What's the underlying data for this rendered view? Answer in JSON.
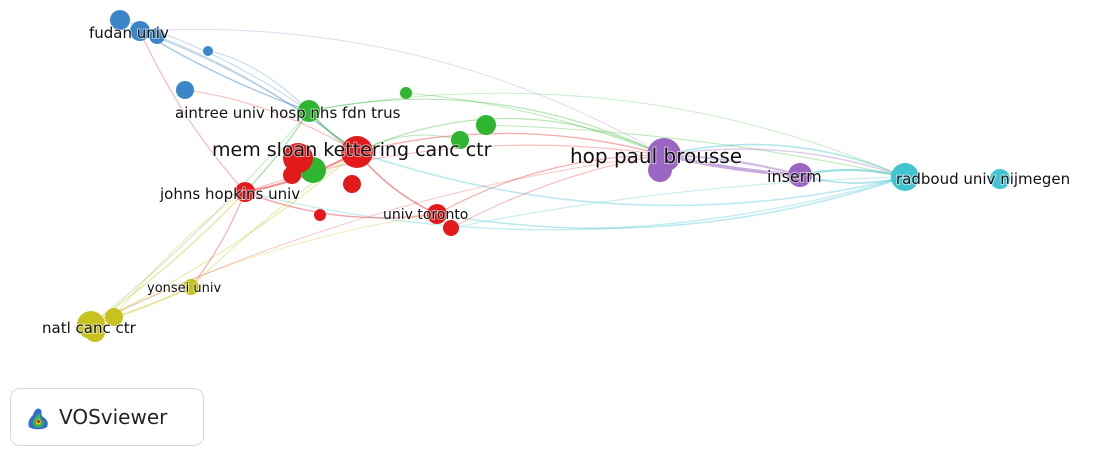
{
  "network": {
    "clusters": [
      {
        "id": "red",
        "color": "#e31a1c"
      },
      {
        "id": "green",
        "color": "#2fb52f"
      },
      {
        "id": "blue",
        "color": "#3a86c8"
      },
      {
        "id": "yellow",
        "color": "#c7c21e"
      },
      {
        "id": "purple",
        "color": "#9a66c2"
      },
      {
        "id": "cyan",
        "color": "#41c4d0"
      }
    ],
    "nodes": [
      {
        "id": "mem-sloan",
        "label": "mem sloan kettering canc ctr",
        "cluster": "red",
        "weight": 3
      },
      {
        "id": "johns-hopkins",
        "label": "johns hopkins univ",
        "cluster": "red",
        "weight": 2
      },
      {
        "id": "univ-toronto",
        "label": "univ toronto",
        "cluster": "red",
        "weight": 2
      },
      {
        "id": "aintree",
        "label": "aintree univ hosp nhs fdn trus",
        "cluster": "green",
        "weight": 2
      },
      {
        "id": "fudan",
        "label": "fudan univ",
        "cluster": "blue",
        "weight": 2
      },
      {
        "id": "hop-paul-brousse",
        "label": "hop paul brousse",
        "cluster": "purple",
        "weight": 3
      },
      {
        "id": "inserm",
        "label": "inserm",
        "cluster": "purple",
        "weight": 2
      },
      {
        "id": "radboud",
        "label": "radboud univ nijmegen",
        "cluster": "cyan",
        "weight": 2
      },
      {
        "id": "yonsei",
        "label": "yonsei univ",
        "cluster": "yellow",
        "weight": 1
      },
      {
        "id": "natl-canc-ctr",
        "label": "natl canc ctr",
        "cluster": "yellow",
        "weight": 2
      }
    ]
  },
  "badge": {
    "text": "VOSviewer",
    "icon": "vosviewer-logo-icon"
  }
}
